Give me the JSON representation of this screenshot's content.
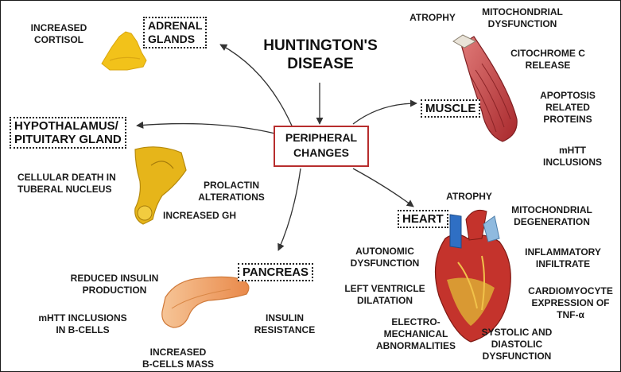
{
  "title": "HUNTINGTON'S\nDISEASE",
  "center": "PERIPHERAL\nCHANGES",
  "nodes": {
    "adrenal": "ADRENAL\nGLANDS",
    "hypothalamus": "HYPOTHALAMUS/\nPITUITARY GLAND",
    "pancreas": "PANCREAS",
    "muscle": "MUSCLE",
    "heart": "HEART"
  },
  "adrenal_effects": [
    "INCREASED\nCORTISOL"
  ],
  "hypothalamus_effects": [
    "CELLULAR DEATH IN\nTUBERAL NUCLEUS",
    "PROLACTIN\nALTERATIONS",
    "INCREASED GH"
  ],
  "pancreas_effects": [
    "REDUCED INSULIN\nPRODUCTION",
    "mHTT INCLUSIONS\nIN B-CELLS",
    "INSULIN\nRESISTANCE",
    "INCREASED\nB-CELLS MASS"
  ],
  "muscle_effects": [
    "ATROPHY",
    "MITOCHONDRIAL\nDYSFUNCTION",
    "CITOCHROME C\nRELEASE",
    "APOPTOSIS\nRELATED\nPROTEINS",
    "mHTT\nINCLUSIONS"
  ],
  "heart_effects": [
    "ATROPHY",
    "MITOCHONDRIAL\nDEGENERATION",
    "AUTONOMIC\nDYSFUNCTION",
    "INFLAMMATORY\nINFILTRATE",
    "LEFT VENTRICLE\nDILATATION",
    "CARDIOMYOCYTE\nEXPRESSION OF\nTNF-α",
    "ELECTRO-\nMECHANICAL\nABNORMALITIES",
    "SYSTOLIC AND\nDIASTOLIC\nDYSFUNCTION"
  ],
  "icons": [
    "adrenal-gland-icon",
    "pituitary-gland-icon",
    "pancreas-icon",
    "muscle-icon",
    "heart-icon"
  ],
  "colors": {
    "center_border": "#b72d2d",
    "adrenal": "#f2c21a",
    "pituitary": "#e6b51a",
    "pancreas": "#f0a46a",
    "muscle": "#c9464a",
    "heart": "#c4332c"
  }
}
